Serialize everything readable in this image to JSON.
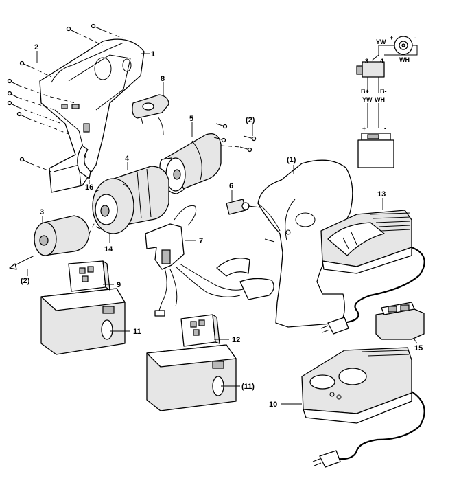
{
  "labels": {
    "p1": "1",
    "p2": "2",
    "p2b": "(2)",
    "p2c": "(2)",
    "p3": "3",
    "p4": "4",
    "p5": "5",
    "p6": "6",
    "p7": "7",
    "p8": "8",
    "p9": "9",
    "p10": "10",
    "p11": "11",
    "p11b": "(11)",
    "p12": "12",
    "p13": "13",
    "p14": "14",
    "p15": "15",
    "p16": "16",
    "p1b": "(1)"
  },
  "wiring": {
    "yw_top": "YW",
    "plus_top": "+",
    "minus_top": "-",
    "wh_top": "WH",
    "t3": "3",
    "t4": "4",
    "bplus": "B+",
    "bminus": "B-",
    "yw_low": "YW",
    "wh_low": "WH",
    "plus_low": "+",
    "minus_low": "-"
  }
}
